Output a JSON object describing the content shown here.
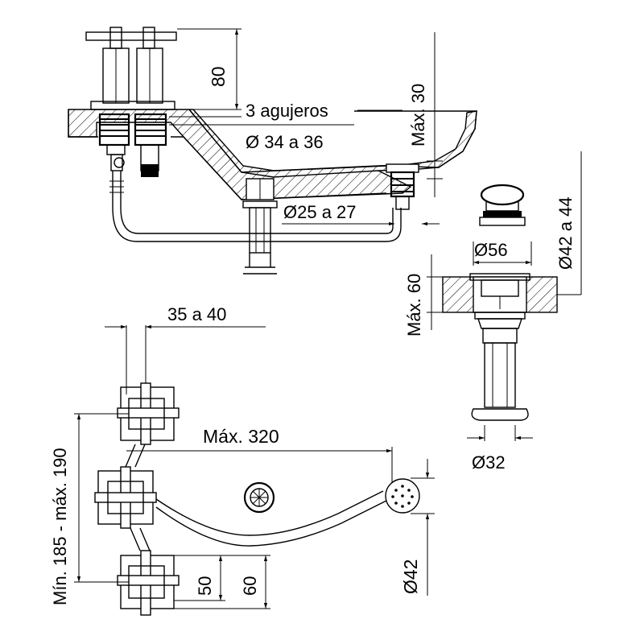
{
  "labels": {
    "top_height": "80",
    "holes": "3 agujeros",
    "hole_diameter": "Ø 34 a 36",
    "max_thickness": "Máx. 30",
    "drain_diameter": "Ø25 a 27",
    "waste_hole": "Ø42 a 44",
    "waste_flange": "Ø56",
    "waste_max": "Máx. 60",
    "waste_tail": "Ø32",
    "spacing": "35 a 40",
    "center_range": "Mín. 185 - máx. 190",
    "spout_reach": "Máx. 320",
    "spray_diameter": "Ø42",
    "dim_50": "50",
    "dim_60": "60"
  }
}
